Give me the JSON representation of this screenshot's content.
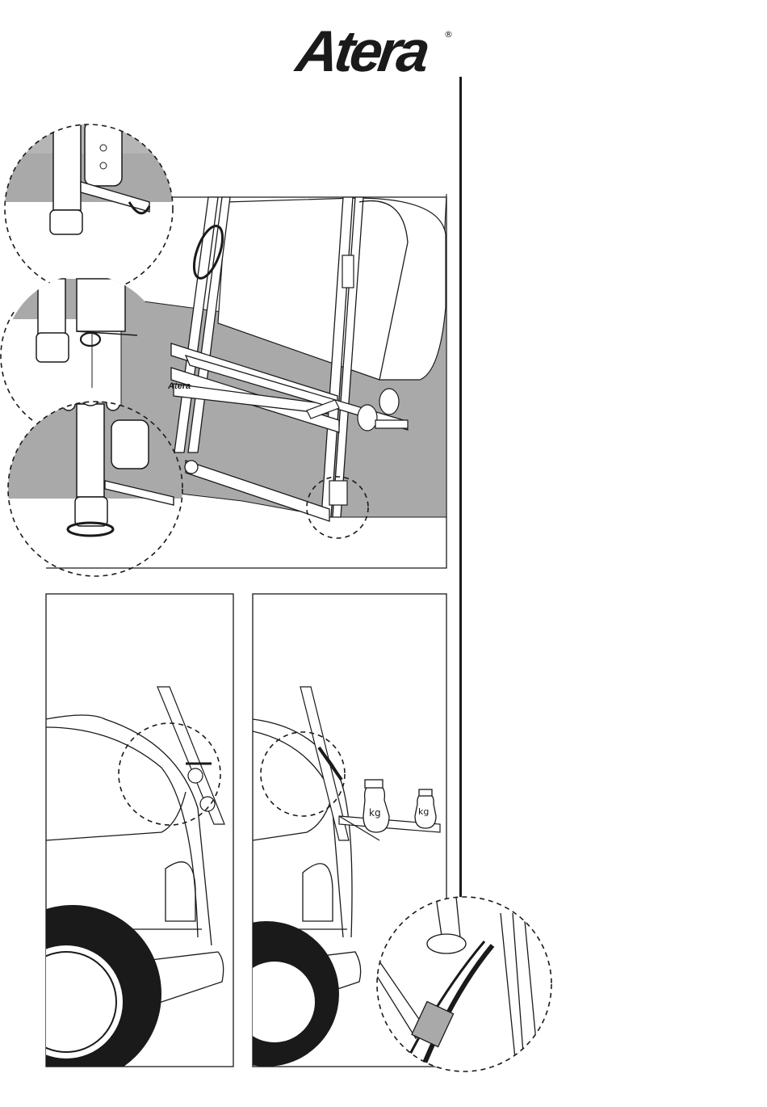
{
  "brand": {
    "name": "Atera",
    "registered_mark": "®"
  },
  "labels": {
    "carrier_brand": "Atera",
    "weight_left": "kg",
    "weight_right": "kg"
  },
  "colors": {
    "ink": "#1a1a1a",
    "car_gray": "#a9a9a9",
    "light_gray": "#cfcfcf"
  }
}
